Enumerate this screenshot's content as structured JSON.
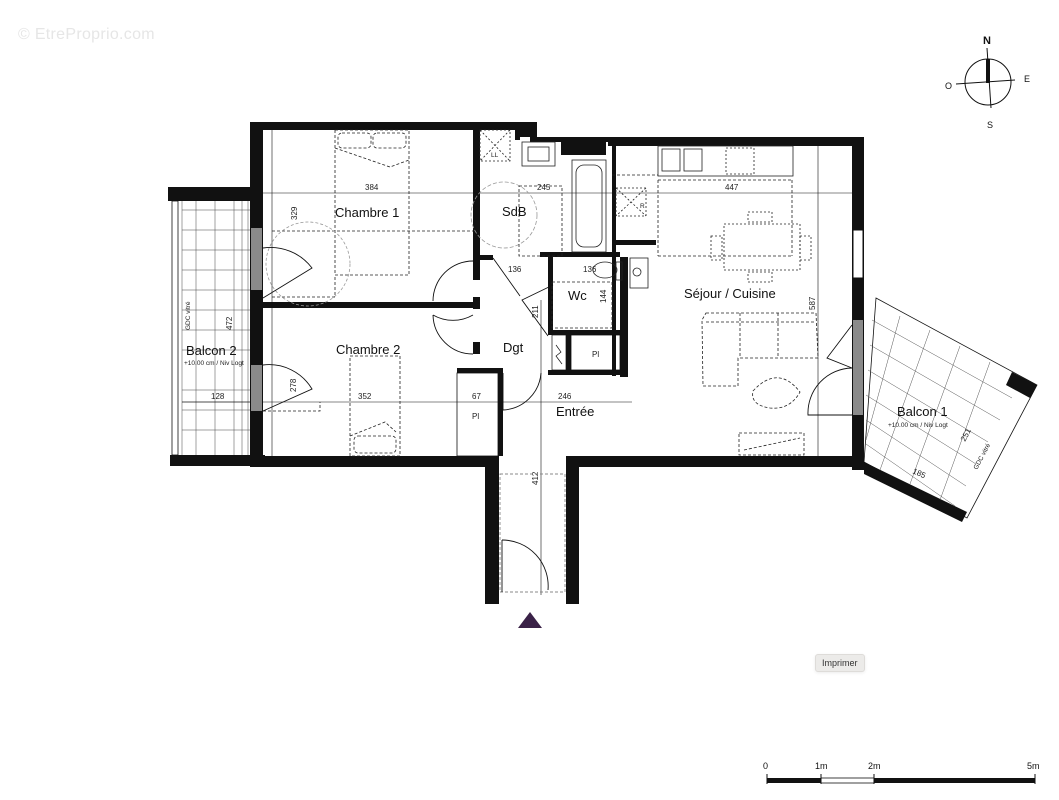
{
  "watermark": "© EtreProprio.com",
  "compass": {
    "north": "N",
    "south": "S",
    "east": "E",
    "west": "O"
  },
  "rooms": {
    "chambre1": {
      "label": "Chambre 1",
      "width_dim": "384",
      "height_dim": "329"
    },
    "chambre2": {
      "label": "Chambre 2",
      "width_dim": "352",
      "height_dim": "278"
    },
    "sdb": {
      "label": "SdB",
      "width_dim": "245",
      "shower": "LL"
    },
    "wc": {
      "label": "Wc",
      "width_dim": "136",
      "height_dim": "144"
    },
    "dgt": {
      "label": "Dgt",
      "dim_a": "136",
      "dim_b": "211"
    },
    "sejour": {
      "label": "Séjour / Cuisine",
      "width_dim": "447",
      "height_dim": "587",
      "fridge": "R"
    },
    "entree": {
      "label": "Entrée",
      "width_dim": "246",
      "corridor_dim": "412"
    },
    "placard1": {
      "label": "Pl",
      "width_dim": "67"
    },
    "placard2": {
      "label": "Pl"
    },
    "balcon1": {
      "label": "Balcon 1",
      "sublabel": "+10.00 cm / Niv Logt",
      "dim_a": "251",
      "dim_b": "185",
      "gdc": "GDC vitré"
    },
    "balcon2": {
      "label": "Balcon 2",
      "sublabel": "+10.00 cm / Niv Logt",
      "dim_a": "472",
      "dim_b": "128",
      "gdc": "GDC vitré"
    }
  },
  "print_button": {
    "label": "Imprimer"
  },
  "scale_bar": {
    "ticks": [
      "0",
      "1m",
      "2m",
      "5m"
    ]
  },
  "colors": {
    "wall": "#111111",
    "entry_marker": "#3a2147",
    "window": "#8a8a8a"
  }
}
